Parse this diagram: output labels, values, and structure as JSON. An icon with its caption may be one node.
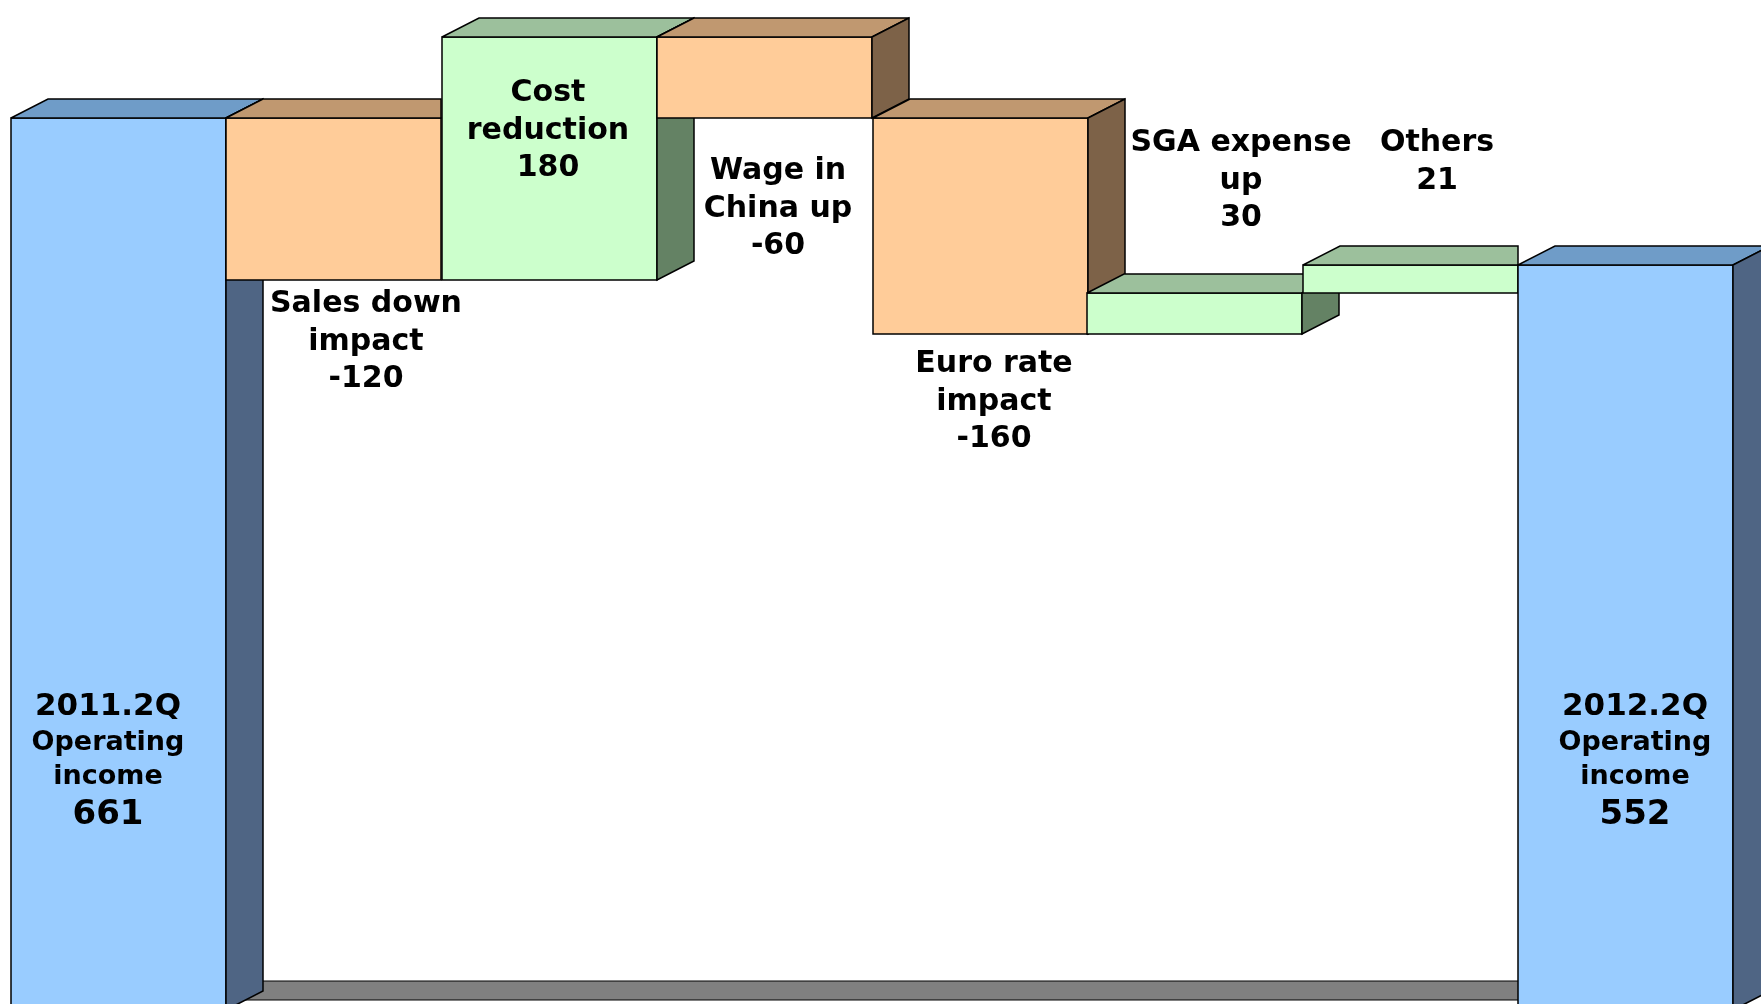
{
  "diagram": {
    "nodes": [
      {
        "text": [
          "2011.2Q",
          "Operating income",
          "661"
        ]
      },
      {
        "text": [],
        "shape": "bar",
        "beside": [
          "Sales down impact",
          "-120"
        ]
      },
      {
        "text": [
          "Cost reduction",
          "180"
        ]
      },
      {
        "text": [],
        "shape": "bar",
        "beside": [
          "Wage in China up",
          "-60"
        ]
      },
      {
        "text": [],
        "shape": "bar",
        "beside": [
          "Euro rate impact",
          "-160"
        ]
      },
      {
        "text": [],
        "shape": "bar",
        "beside": [
          "SGA expense up",
          "30"
        ]
      },
      {
        "text": [],
        "shape": "bar",
        "beside": [
          "Others",
          "21"
        ]
      },
      {
        "text": [
          "2012.2Q",
          "Operating income",
          "552"
        ]
      }
    ]
  }
}
